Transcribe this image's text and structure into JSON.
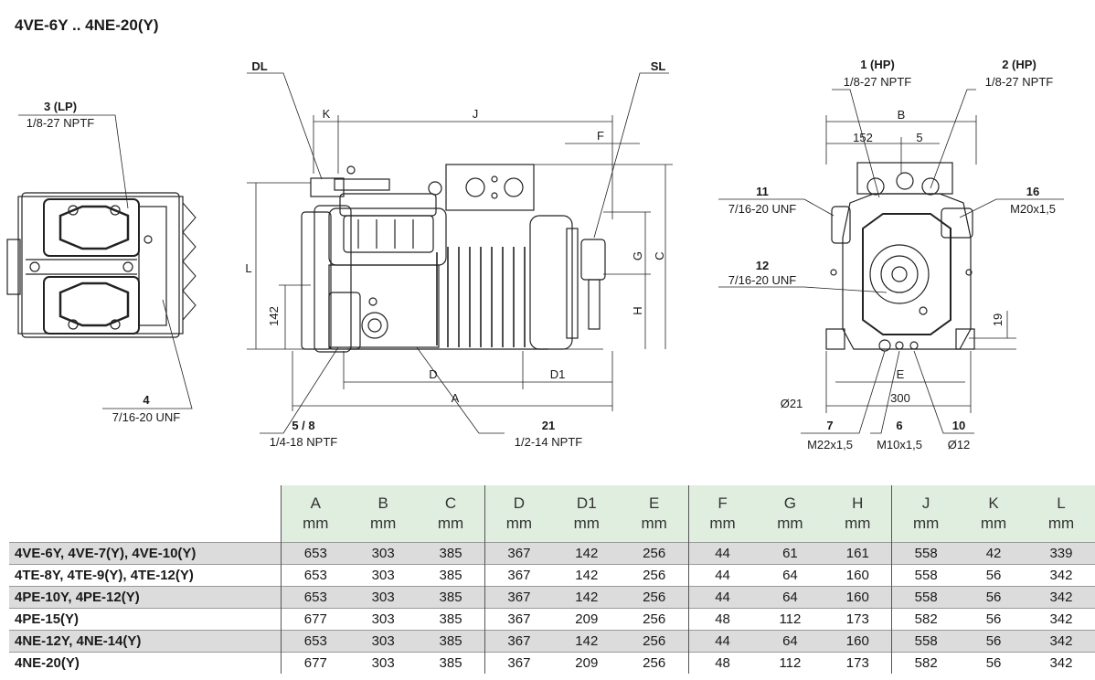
{
  "title": "4VE-6Y .. 4NE-20(Y)",
  "drawing": {
    "connections": {
      "c3": {
        "num": "3 (LP)",
        "spec": "1/8-27 NPTF"
      },
      "c4": {
        "num": "4",
        "spec": "7/16-20 UNF"
      },
      "c58": {
        "num": "5 / 8",
        "spec": "1/4-18 NPTF"
      },
      "c21": {
        "num": "21",
        "spec": "1/2-14 NPTF"
      },
      "c1": {
        "num": "1 (HP)",
        "spec": "1/8-27 NPTF"
      },
      "c2": {
        "num": "2 (HP)",
        "spec": "1/8-27 NPTF"
      },
      "c11": {
        "num": "11",
        "spec": "7/16-20 UNF"
      },
      "c12": {
        "num": "12",
        "spec": "7/16-20 UNF"
      },
      "c16": {
        "num": "16",
        "spec": "M20x1,5"
      },
      "c7": {
        "num": "7",
        "spec": "M22x1,5"
      },
      "c6": {
        "num": "6",
        "spec": "M10x1,5"
      },
      "c10": {
        "num": "10",
        "spec": "Ø12"
      }
    },
    "dim_labels": {
      "DL": "DL",
      "SL": "SL",
      "K": "K",
      "J": "J",
      "F": "F",
      "L": "L",
      "v142": "142",
      "G": "G",
      "C": "C",
      "H": "H",
      "D": "D",
      "D1": "D1",
      "A": "A",
      "B": "B",
      "v152": "152",
      "v5": "5",
      "v19": "19",
      "E": "E",
      "v300": "300",
      "d21": "Ø21"
    }
  },
  "table": {
    "columns": [
      {
        "name": "A",
        "unit": "mm"
      },
      {
        "name": "B",
        "unit": "mm"
      },
      {
        "name": "C",
        "unit": "mm"
      },
      {
        "name": "D",
        "unit": "mm"
      },
      {
        "name": "D1",
        "unit": "mm"
      },
      {
        "name": "E",
        "unit": "mm"
      },
      {
        "name": "F",
        "unit": "mm"
      },
      {
        "name": "G",
        "unit": "mm"
      },
      {
        "name": "H",
        "unit": "mm"
      },
      {
        "name": "J",
        "unit": "mm"
      },
      {
        "name": "K",
        "unit": "mm"
      },
      {
        "name": "L",
        "unit": "mm"
      }
    ],
    "rows": [
      {
        "model": "4VE-6Y, 4VE-7(Y), 4VE-10(Y)",
        "values": [
          "653",
          "303",
          "385",
          "367",
          "142",
          "256",
          "44",
          "61",
          "161",
          "558",
          "42",
          "339"
        ]
      },
      {
        "model": "4TE-8Y, 4TE-9(Y), 4TE-12(Y)",
        "values": [
          "653",
          "303",
          "385",
          "367",
          "142",
          "256",
          "44",
          "64",
          "160",
          "558",
          "56",
          "342"
        ]
      },
      {
        "model": "4PE-10Y, 4PE-12(Y)",
        "values": [
          "653",
          "303",
          "385",
          "367",
          "142",
          "256",
          "44",
          "64",
          "160",
          "558",
          "56",
          "342"
        ]
      },
      {
        "model": "4PE-15(Y)",
        "values": [
          "677",
          "303",
          "385",
          "367",
          "209",
          "256",
          "48",
          "112",
          "173",
          "582",
          "56",
          "342"
        ]
      },
      {
        "model": "4NE-12Y, 4NE-14(Y)",
        "values": [
          "653",
          "303",
          "385",
          "367",
          "142",
          "256",
          "44",
          "64",
          "160",
          "558",
          "56",
          "342"
        ]
      },
      {
        "model": "4NE-20(Y)",
        "values": [
          "677",
          "303",
          "385",
          "367",
          "209",
          "256",
          "48",
          "112",
          "173",
          "582",
          "56",
          "342"
        ]
      }
    ]
  },
  "colors": {
    "header_bg": "#dfeede",
    "shade_bg": "#dcdcdc"
  }
}
